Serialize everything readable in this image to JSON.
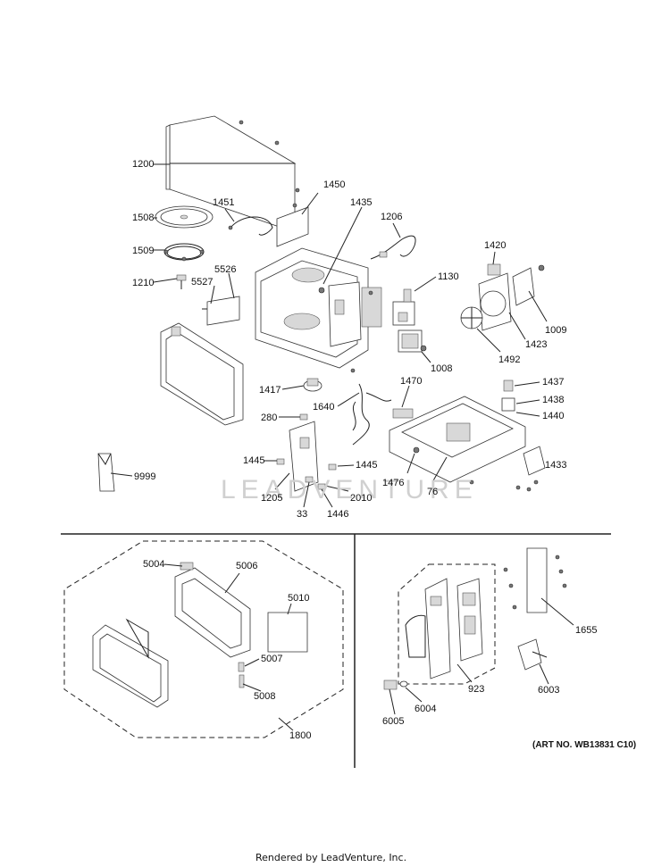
{
  "watermark": "LEADVENTURE",
  "art_number": "(ART NO. WB13831 C10)",
  "footer": "Rendered by LeadVenture, Inc.",
  "callouts": {
    "c1200": "1200",
    "c1450": "1450",
    "c1451": "1451",
    "c1435": "1435",
    "c1206": "1206",
    "c1508": "1508",
    "c1509": "1509",
    "c1420": "1420",
    "c1130": "1130",
    "c1210": "1210",
    "c5526": "5526",
    "c5527": "5527",
    "c1009": "1009",
    "c1423": "1423",
    "c1492": "1492",
    "c1008": "1008",
    "c1417": "1417",
    "c1470": "1470",
    "c1437": "1437",
    "c1438": "1438",
    "c1440": "1440",
    "c1640": "1640",
    "c280": "280",
    "c9999": "9999",
    "c1445a": "1445",
    "c1445b": "1445",
    "c1433": "1433",
    "c1476": "1476",
    "c1205": "1205",
    "c2010": "2010",
    "c76": "76",
    "c33": "33",
    "c1446": "1446",
    "c5004": "5004",
    "c5006": "5006",
    "c5010": "5010",
    "c5007": "5007",
    "c5008": "5008",
    "c1800": "1800",
    "c1655": "1655",
    "c923": "923",
    "c6003": "6003",
    "c6004": "6004",
    "c6005": "6005"
  }
}
